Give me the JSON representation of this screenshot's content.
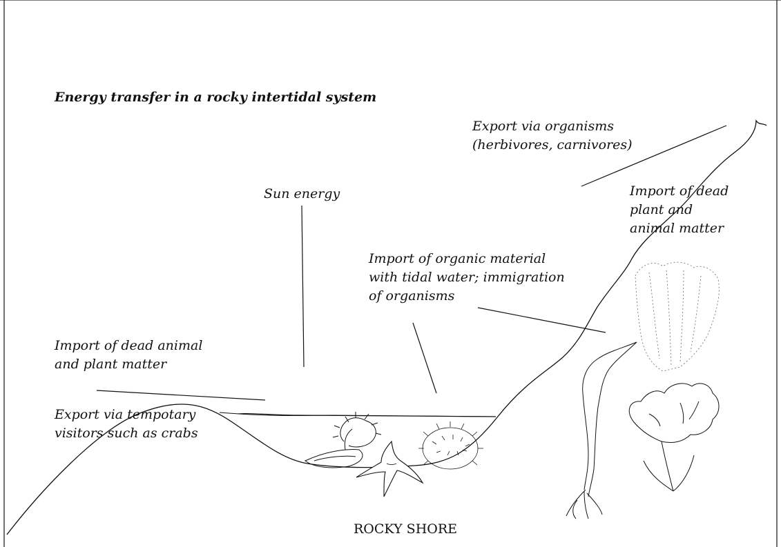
{
  "title": "Energy transfer in a rocky intertidal system",
  "labels": {
    "export_organisms": [
      "Export via organisms",
      "(herbivores, carnivores)"
    ],
    "sun_energy": "Sun energy",
    "import_dead_top": [
      "Import of dead",
      "plant and",
      "animal matter"
    ],
    "import_organic": [
      "Import of organic material",
      "with tidal water; immigration",
      "of organisms"
    ],
    "import_dead_left": [
      "Import of dead animal",
      "and plant matter"
    ],
    "export_visitors": [
      "Export via tempotary",
      "visitors such as crabs"
    ],
    "rocky_shore": "ROCKY SHORE"
  },
  "organisms": [
    "seaweed-frond",
    "sea-anemone",
    "sea-star",
    "sea-urchin",
    "kelp",
    "coralline-alga",
    "branched-seaweed"
  ],
  "colors": {
    "ink": "#111111",
    "background": "#ffffff"
  }
}
